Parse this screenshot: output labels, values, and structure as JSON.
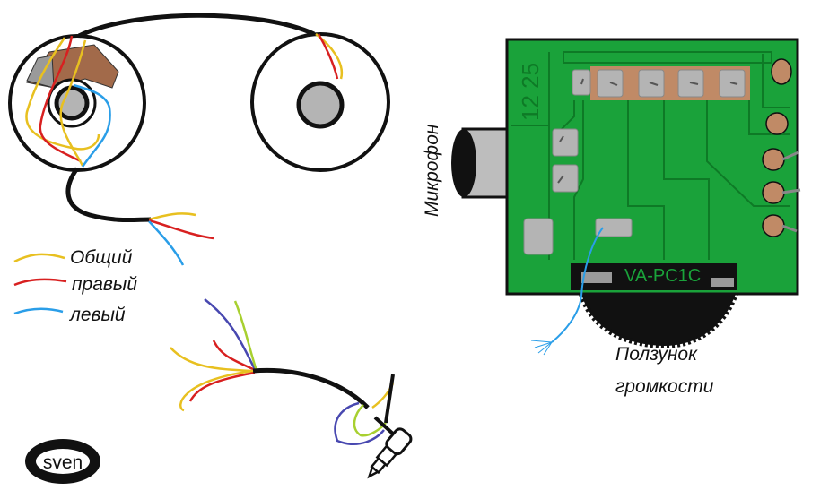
{
  "legend": {
    "common": {
      "label": "Общий",
      "color": "#e8c020"
    },
    "right": {
      "label": "правый",
      "color": "#d82020"
    },
    "left": {
      "label": "левый",
      "color": "#2a9ee8"
    }
  },
  "labels": {
    "microphone": "Микрофон",
    "slider_line1": "Ползунок",
    "slider_line2": "громкости",
    "board_model": "VA-PC1C",
    "board_number": "12 25",
    "logo": "sven"
  },
  "colors": {
    "board": "#1aa23a",
    "board_dark": "#0e7a26",
    "pad": "#c08a66",
    "pad_gray": "#b4b4b4",
    "mic_body": "#bdbdbd",
    "cable": "#111111",
    "brown_pad": "#a26a4a",
    "purple": "#4848b0",
    "lime": "#a8d030"
  }
}
